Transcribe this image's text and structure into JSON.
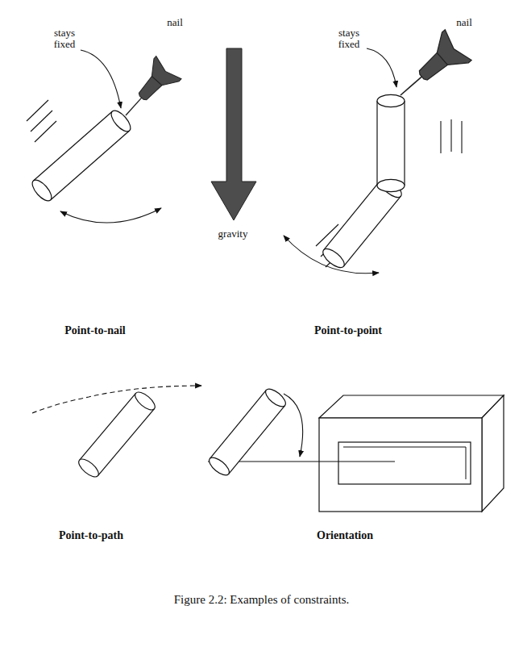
{
  "diagram": {
    "caption": "Figure 2.2: Examples of constraints.",
    "labels": [
      "nail",
      "stays fixed",
      "gravity",
      "nail",
      "stays fixed",
      "Point-to-nail",
      "Point-to-point",
      "Point-to-path",
      "Orientation"
    ]
  }
}
